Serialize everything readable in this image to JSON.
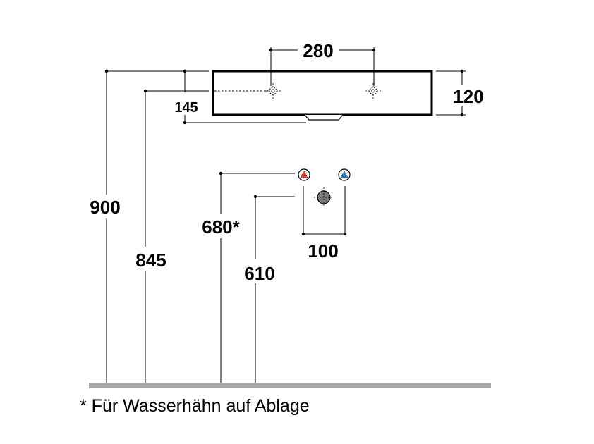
{
  "dimensions": {
    "tap_spacing": "280",
    "basin_height": "120",
    "overflow_offset": "145",
    "total_height": "900",
    "overflow_height": "845",
    "supply_height": "680*",
    "drain_height": "610",
    "supply_spacing": "100"
  },
  "footnote": "* Für Wasserhähn auf Ablage",
  "colors": {
    "line": "#000000",
    "floor": "#a8a8a8",
    "hot": "#d93a2b",
    "cold": "#2a74c0",
    "drain": "#7a7a7a"
  },
  "icons": {
    "hot_supply": "hot-water-icon",
    "cold_supply": "cold-water-icon",
    "drain": "drain-icon",
    "tap_hole": "tap-hole-icon"
  }
}
